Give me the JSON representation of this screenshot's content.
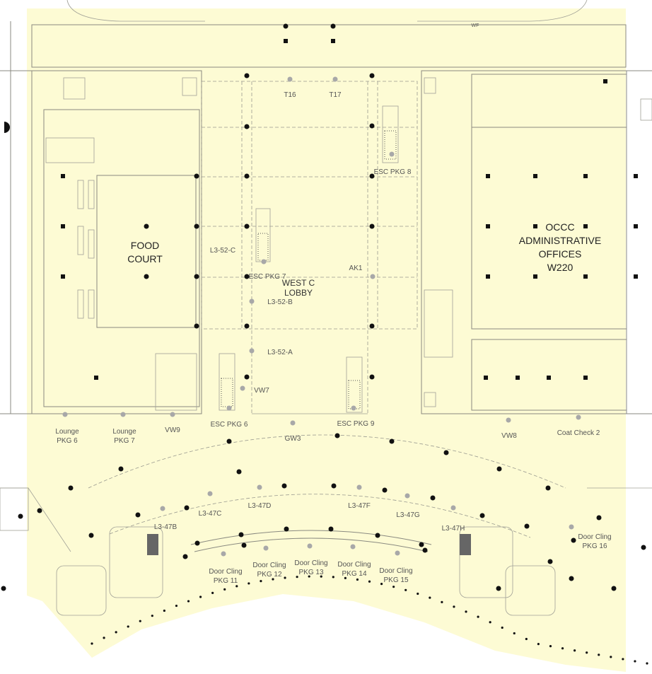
{
  "colors": {
    "highlight": "#fdfbd4",
    "wall": "#8a8a80",
    "column": "#111111",
    "sign_dot": "#a8a8a8",
    "label": "#555555"
  },
  "rooms": {
    "food_court": [
      "FOOD",
      "COURT"
    ],
    "admin": [
      "OCCC",
      "ADMINISTRATIVE",
      "OFFICES",
      "W220"
    ],
    "lobby": [
      "WEST C",
      "LOBBY"
    ]
  },
  "labels": {
    "t16": "T16",
    "t17": "T17",
    "esc_pkg_8": "ESC PKG 8",
    "l3_52_c": "L3-52-C",
    "esc_pkg_7": "ESC PKG 7",
    "ak1": "AK1",
    "l3_52_b": "L3-52-B",
    "l3_52_a": "L3-52-A",
    "vw7": "VW7",
    "esc_pkg_6": "ESC PKG 6",
    "esc_pkg_9": "ESC PKG 9",
    "gw3": "GW3",
    "lounge_pkg_6": [
      "Lounge",
      "PKG 6"
    ],
    "lounge_pkg_7": [
      "Lounge",
      "PKG 7"
    ],
    "vw9": "VW9",
    "vw8": "VW8",
    "coat_check_2": "Coat Check 2",
    "l3_47c": "L3-47C",
    "l3_47d": "L3-47D",
    "l3_47f": "L3-47F",
    "l3_47g": "L3-47G",
    "l3_47b": "L3-47B",
    "l3_47h": "L3-47H",
    "door_cling_16": [
      "Door Cling",
      "PKG 16"
    ],
    "door_cling_11": [
      "Door Cling",
      "PKG 11"
    ],
    "door_cling_12": [
      "Door Cling",
      "PKG 12"
    ],
    "door_cling_13": [
      "Door Cling",
      "PKG 13"
    ],
    "door_cling_14": [
      "Door Cling",
      "PKG 14"
    ],
    "door_cling_15": [
      "Door Cling",
      "PKG 15"
    ],
    "wf": "WF"
  }
}
